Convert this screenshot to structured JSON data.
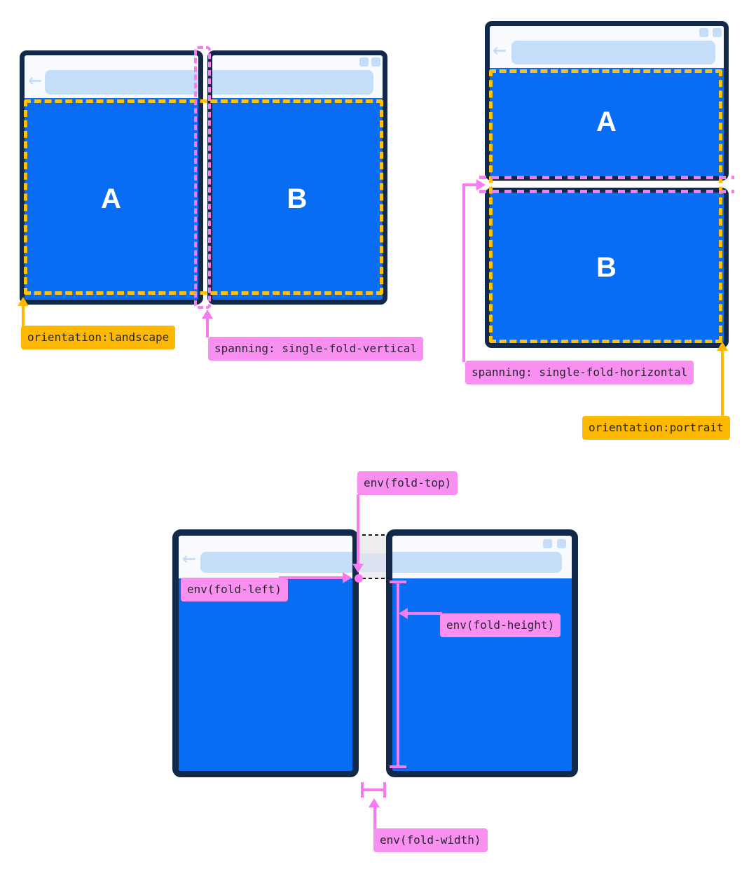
{
  "figures": {
    "landscape": {
      "screen_a_letter": "A",
      "screen_b_letter": "B",
      "orientation_label": "orientation:landscape",
      "spanning_label": "spanning: single-fold-vertical"
    },
    "portrait": {
      "screen_a_letter": "A",
      "screen_b_letter": "B",
      "spanning_label": "spanning: single-fold-horizontal",
      "orientation_label": "orientation:portrait"
    },
    "env_vars": {
      "fold_top_label": "env(fold-top)",
      "fold_left_label": "env(fold-left)",
      "fold_height_label": "env(fold-height)",
      "fold_width_label": "env(fold-width)"
    }
  },
  "browser": {
    "back_icon": "←"
  },
  "colors": {
    "frame": "#12294A",
    "blue": "#086DF2",
    "chrome": "#F8FAFD",
    "accent": "#C4DDF9",
    "yellow": "#FDB900",
    "yellow_dash": "#FEC10D",
    "pink": "#F87CEF",
    "pink_label": "#F88FF1",
    "label_text": "#2B2530",
    "fold_gray": "#EDEDEE",
    "fold_band": "#DBE3F0",
    "dash_black": "#15151F"
  }
}
